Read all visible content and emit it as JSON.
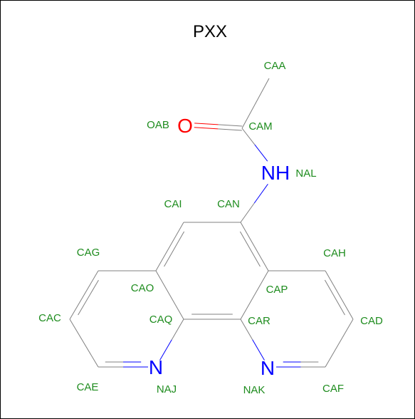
{
  "title": "PXX",
  "colors": {
    "carbon_label": "#1e8c1e",
    "nitrogen": "#0000ff",
    "oxygen": "#ff0000",
    "bond": "#808080",
    "frame": "#000000"
  },
  "atoms": {
    "CAA": {
      "name": "CAA",
      "element": "C"
    },
    "CAM": {
      "name": "CAM",
      "element": "C"
    },
    "OAB": {
      "name": "OAB",
      "element": "O",
      "symbol": "O"
    },
    "NAL": {
      "name": "NAL",
      "element": "N",
      "symbol": "NH"
    },
    "CAN": {
      "name": "CAN",
      "element": "C"
    },
    "CAI": {
      "name": "CAI",
      "element": "C"
    },
    "CAO": {
      "name": "CAO",
      "element": "C"
    },
    "CAP": {
      "name": "CAP",
      "element": "C"
    },
    "CAG": {
      "name": "CAG",
      "element": "C"
    },
    "CAC": {
      "name": "CAC",
      "element": "C"
    },
    "CAE": {
      "name": "CAE",
      "element": "C"
    },
    "NAJ": {
      "name": "NAJ",
      "element": "N",
      "symbol": "N"
    },
    "CAQ": {
      "name": "CAQ",
      "element": "C"
    },
    "CAR": {
      "name": "CAR",
      "element": "C"
    },
    "NAK": {
      "name": "NAK",
      "element": "N",
      "symbol": "N"
    },
    "CAF": {
      "name": "CAF",
      "element": "C"
    },
    "CAD": {
      "name": "CAD",
      "element": "C"
    },
    "CAH": {
      "name": "CAH",
      "element": "C"
    }
  },
  "bonds": [
    {
      "a": "CAA",
      "b": "CAM",
      "order": 1
    },
    {
      "a": "CAM",
      "b": "OAB",
      "order": 2
    },
    {
      "a": "CAM",
      "b": "NAL",
      "order": 1
    },
    {
      "a": "NAL",
      "b": "CAN",
      "order": 1
    },
    {
      "a": "CAN",
      "b": "CAI",
      "order": 1
    },
    {
      "a": "CAI",
      "b": "CAO",
      "order": 2
    },
    {
      "a": "CAO",
      "b": "CAQ",
      "order": 1
    },
    {
      "a": "CAQ",
      "b": "CAR",
      "order": 2
    },
    {
      "a": "CAR",
      "b": "CAP",
      "order": 1
    },
    {
      "a": "CAP",
      "b": "CAN",
      "order": 2
    },
    {
      "a": "CAO",
      "b": "CAG",
      "order": 1
    },
    {
      "a": "CAG",
      "b": "CAC",
      "order": 2
    },
    {
      "a": "CAC",
      "b": "CAE",
      "order": 1
    },
    {
      "a": "CAE",
      "b": "NAJ",
      "order": 2
    },
    {
      "a": "NAJ",
      "b": "CAQ",
      "order": 1
    },
    {
      "a": "CAR",
      "b": "NAK",
      "order": 1
    },
    {
      "a": "NAK",
      "b": "CAF",
      "order": 2
    },
    {
      "a": "CAF",
      "b": "CAD",
      "order": 1
    },
    {
      "a": "CAD",
      "b": "CAH",
      "order": 2
    },
    {
      "a": "CAH",
      "b": "CAP",
      "order": 1
    }
  ]
}
